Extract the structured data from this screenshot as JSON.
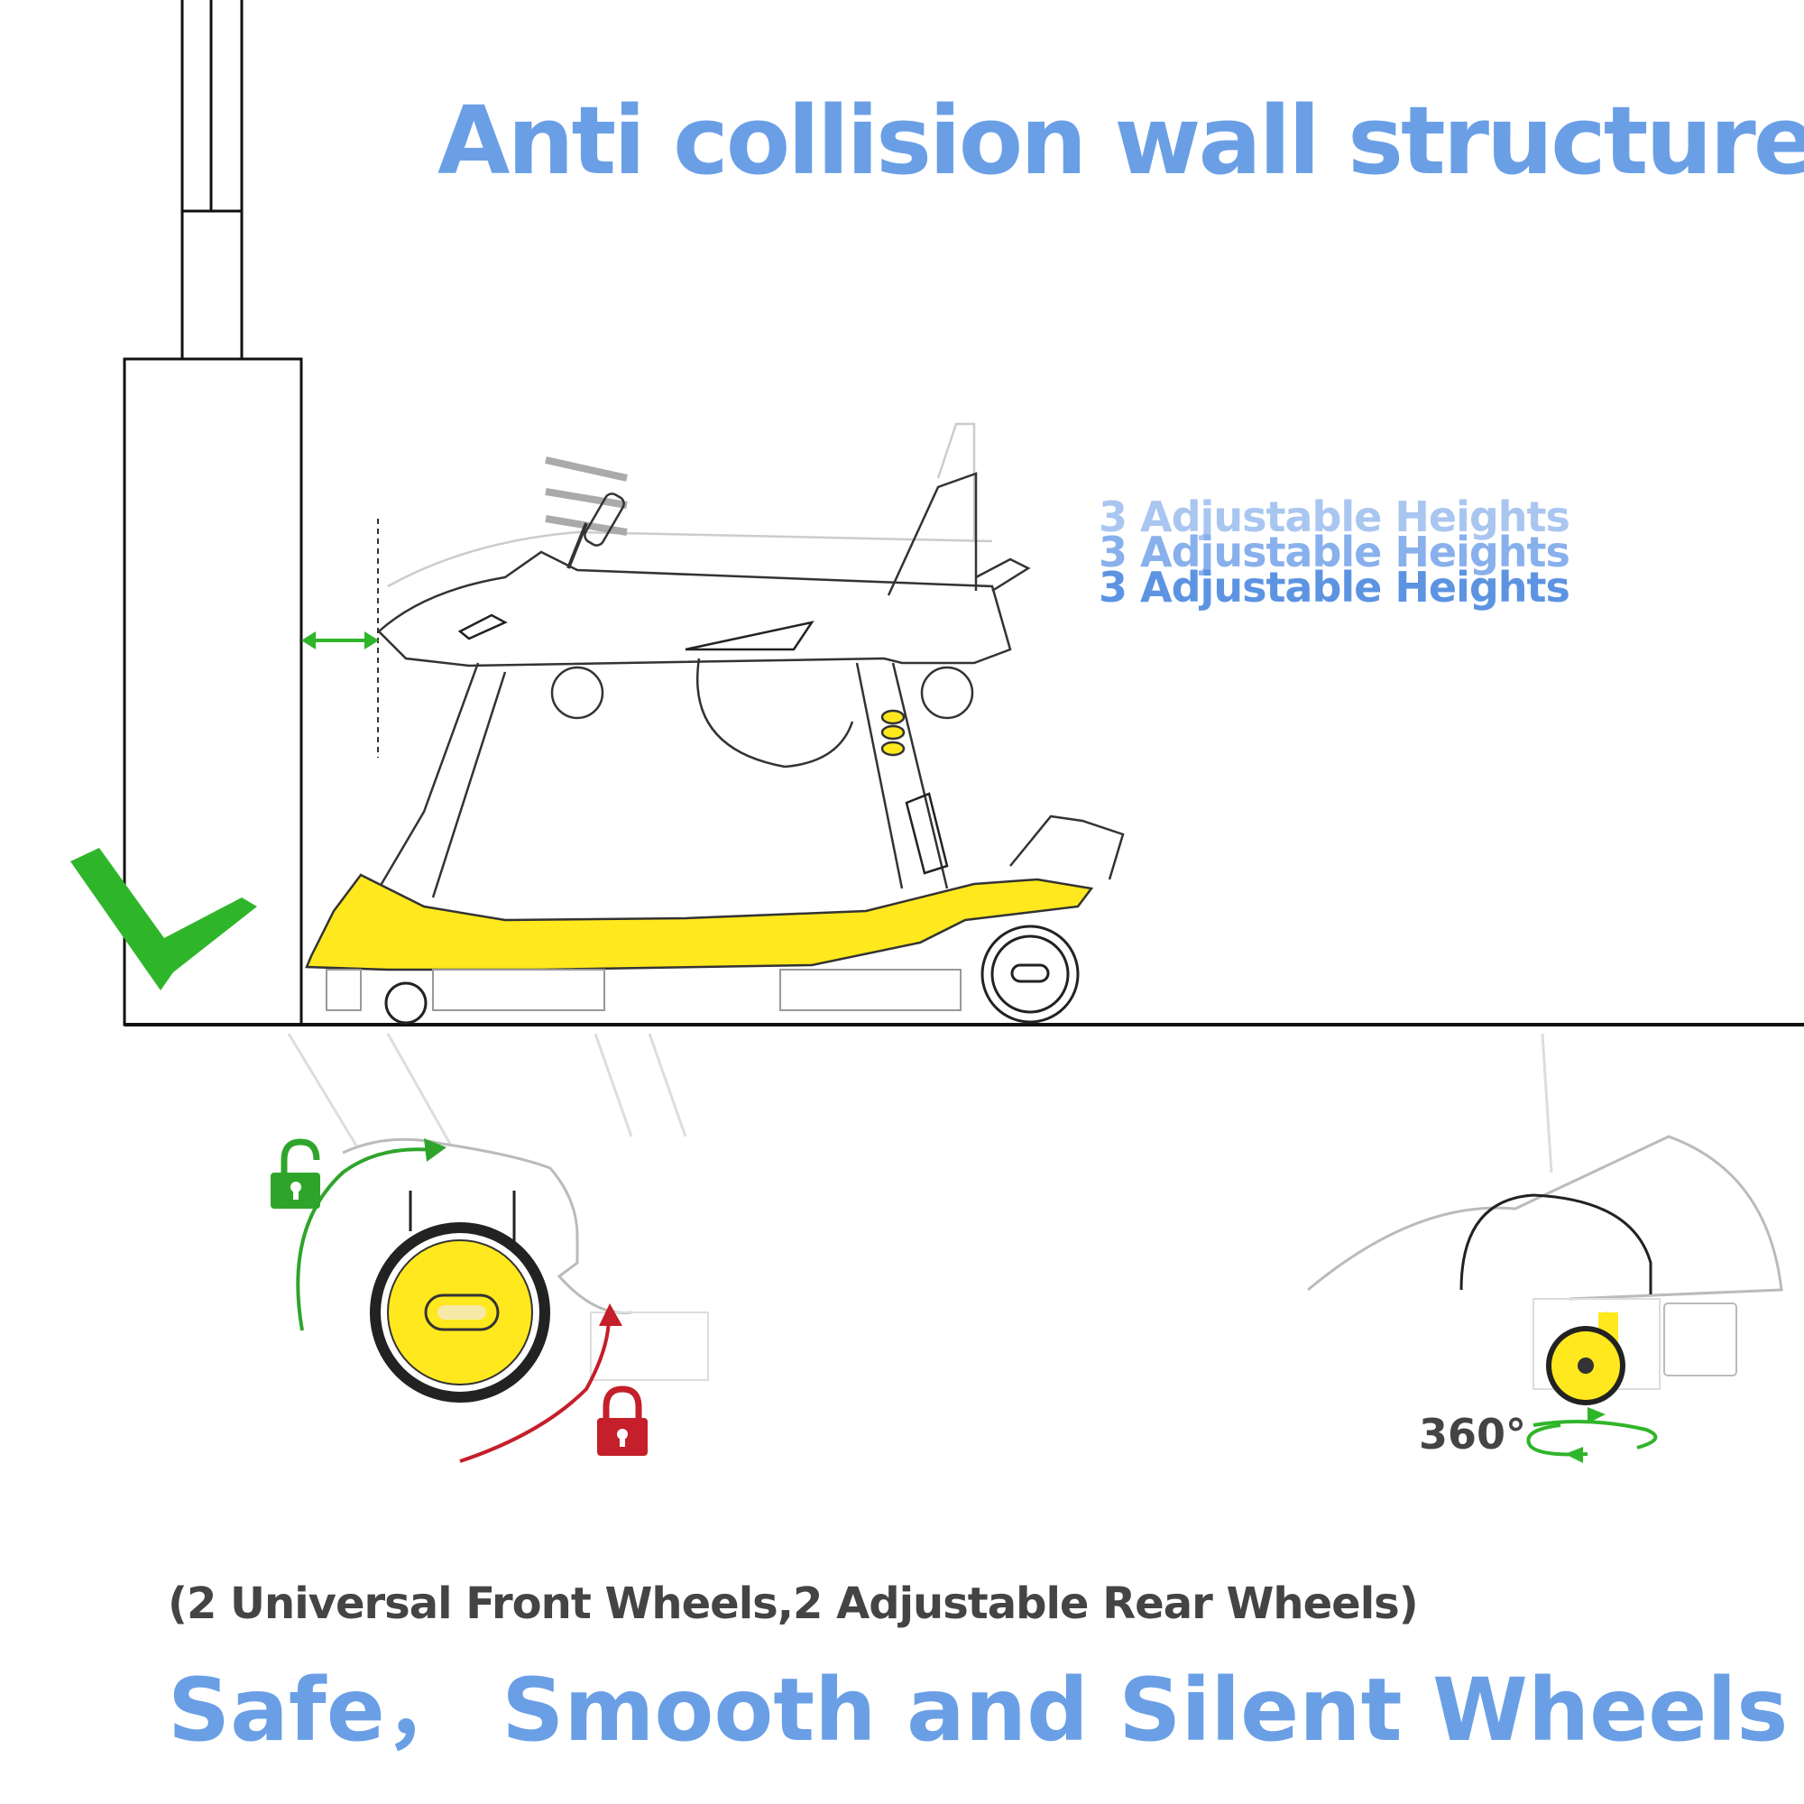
{
  "title": "Anti collision wall structure",
  "heights_label": "3 Adjustable Heights",
  "rotation_label": "360°",
  "subtitle": "(2 Universal Front Wheels,2 Adjustable Rear Wheels)",
  "bottom_title": "Safe，  Smooth and Silent Wheels",
  "colors": {
    "title_blue": "#6a9fe6",
    "walker_yellow": "#ffe81e",
    "check_green": "#2fb52a",
    "unlock_green": "#2ea52a",
    "lock_red": "#c41f2a",
    "text_dark": "#444444"
  },
  "icons": {
    "check": "check-icon",
    "unlock": "unlock-icon",
    "lock": "lock-icon",
    "rotate": "rotate-360-icon"
  }
}
